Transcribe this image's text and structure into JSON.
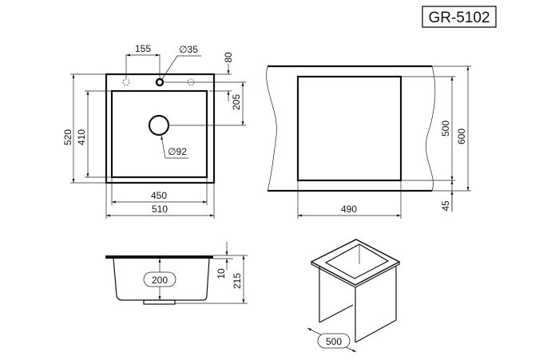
{
  "model": "GR-5102",
  "top_view": {
    "dim_faucet_offset": "155",
    "dim_faucet_hole": "∅35",
    "dim_faucet_edge": "80",
    "dim_drain_offset": "205",
    "dim_drain_hole": "∅92",
    "dim_overall_depth": "520",
    "dim_bowl_depth": "410",
    "dim_bowl_width": "450",
    "dim_overall_width": "510"
  },
  "cutout_view": {
    "dim_cutout_depth": "500",
    "dim_countertop_depth": "600",
    "dim_edge_offset": "45",
    "dim_cutout_width": "490"
  },
  "side_view": {
    "dim_bowl_depth": "200",
    "dim_rim": "10",
    "dim_total_height": "215"
  },
  "iso_view": {
    "dim_cabinet_width": "500"
  }
}
